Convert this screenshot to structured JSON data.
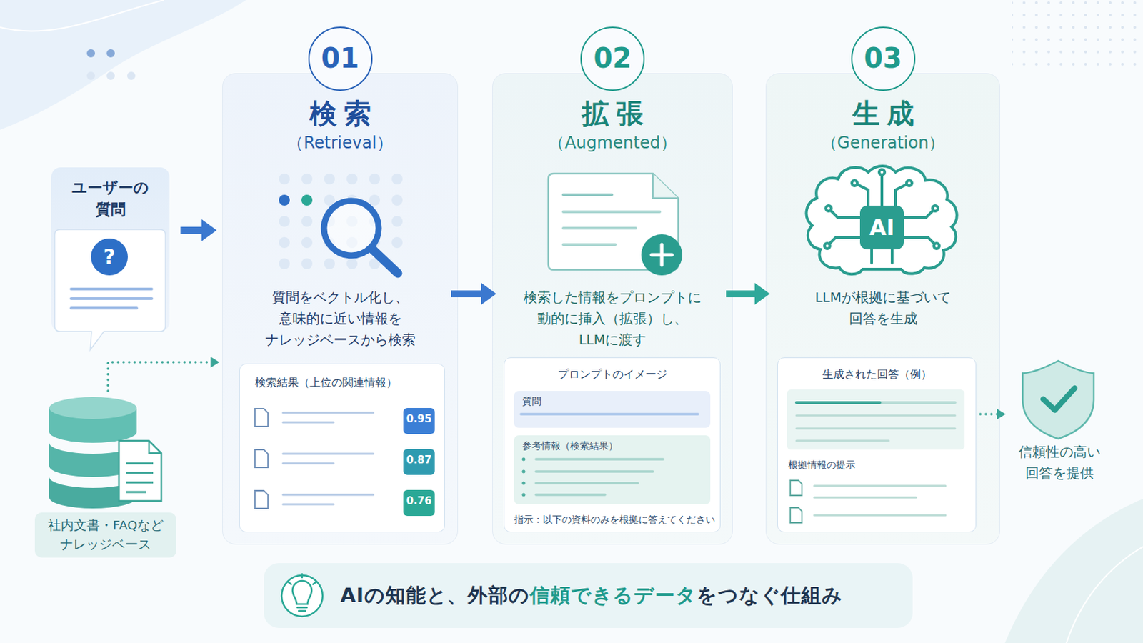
{
  "diagram": {
    "nodes": [
      {
        "text": [
          "ユーザーの 質問"
        ]
      },
      {
        "text": [
          "社内文書・FAQなど ナレッジベース"
        ]
      },
      {
        "text": [
          "01",
          "検索",
          "（Retrieval）",
          "質問をベクトル化し、 意味的に近い情報を ナレッジベースから検索"
        ]
      },
      {
        "text": [
          "検索結果（上位の関連情報）"
        ],
        "in": 2
      },
      {
        "text": [
          "0.95"
        ],
        "in": 3
      },
      {
        "text": [
          "0.87"
        ],
        "in": 3
      },
      {
        "text": [
          "0.76"
        ],
        "in": 3
      },
      {
        "text": [
          "02",
          "拡張",
          "（Augmented）",
          "検索した情報をプロンプトに 動的に挿入（拡張）し、 LLMに渡す"
        ]
      },
      {
        "text": [
          "プロンプトのイメージ",
          "指示：以下の資料のみを根拠に答えてください"
        ],
        "in": 7
      },
      {
        "text": [
          "質問"
        ],
        "in": 8
      },
      {
        "text": [
          "参考情報（検索結果）"
        ],
        "in": 8
      },
      {
        "text": [
          "03",
          "生成",
          "（Generation）",
          "LLMが根拠に基づいて 回答を生成"
        ]
      },
      {
        "text": [
          "生成された回答（例）",
          "根拠情報の提示"
        ],
        "in": 11
      },
      {
        "text": [
          "信頼性の高い 回答を提供"
        ]
      },
      {
        "text": [
          "AIの知能と、外部の",
          "信頼できるデータ",
          "をつなぐ仕組み"
        ]
      }
    ],
    "edges": [
      {
        "from": 0,
        "to": 2,
        "arrow": "to"
      },
      {
        "from": 1,
        "to": 2,
        "arrow": "to"
      },
      {
        "from": 2,
        "to": 7,
        "arrow": "to"
      },
      {
        "from": 7,
        "to": 11,
        "arrow": "to"
      },
      {
        "from": 12,
        "to": 13,
        "arrow": "to"
      }
    ],
    "labels": [
      "?",
      "AI"
    ]
  }
}
